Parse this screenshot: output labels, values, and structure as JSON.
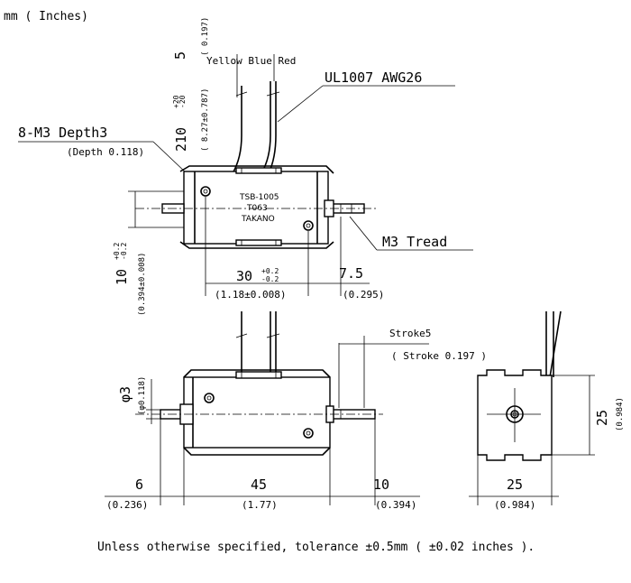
{
  "header": {
    "units": "mm ( Inches)"
  },
  "top_view": {
    "wire_pitch": "5",
    "wire_pitch_in": "( 0.197)",
    "wire_colors": "Yellow Blue Red",
    "wire_spec": "UL1007 AWG26",
    "lead_length": "210",
    "lead_tol_plus": "+20",
    "lead_tol_minus": "-20",
    "lead_length_in": "( 8.27±0.787)",
    "hole_spec": "8-M3 Depth3",
    "hole_depth_in": "(Depth 0.118)",
    "label_line1": "TSB-1005",
    "label_line2": "T063",
    "label_line3": "TAKANO",
    "thread": "M3 Tread",
    "height": "10",
    "height_tol_plus": "+0.2",
    "height_tol_minus": "-0.2",
    "height_in": "(0.394±0.008)",
    "hole_pitch": "30",
    "hole_pitch_tol_plus": "+0.2",
    "hole_pitch_tol_minus": "-0.2",
    "hole_pitch_in": "(1.18±0.008)",
    "shaft_ext": "7.5",
    "shaft_ext_in": "(0.295)"
  },
  "side_view": {
    "stroke": "Stroke5",
    "stroke_in": "( Stroke 0.197 )",
    "shaft_dia": "φ3",
    "shaft_dia_in": "(φ0.118)",
    "left_ext": "6",
    "left_ext_in": "(0.236)",
    "length": "45",
    "length_in": "(1.77)",
    "right_ext": "10",
    "right_ext_in": "(0.394)"
  },
  "end_view": {
    "width": "25",
    "width_in": "(0.984)",
    "height": "25",
    "height_in": "(0.984)"
  },
  "footer": {
    "note": "Unless otherwise specified, tolerance ±0.5mm ( ±0.02 inches )."
  }
}
